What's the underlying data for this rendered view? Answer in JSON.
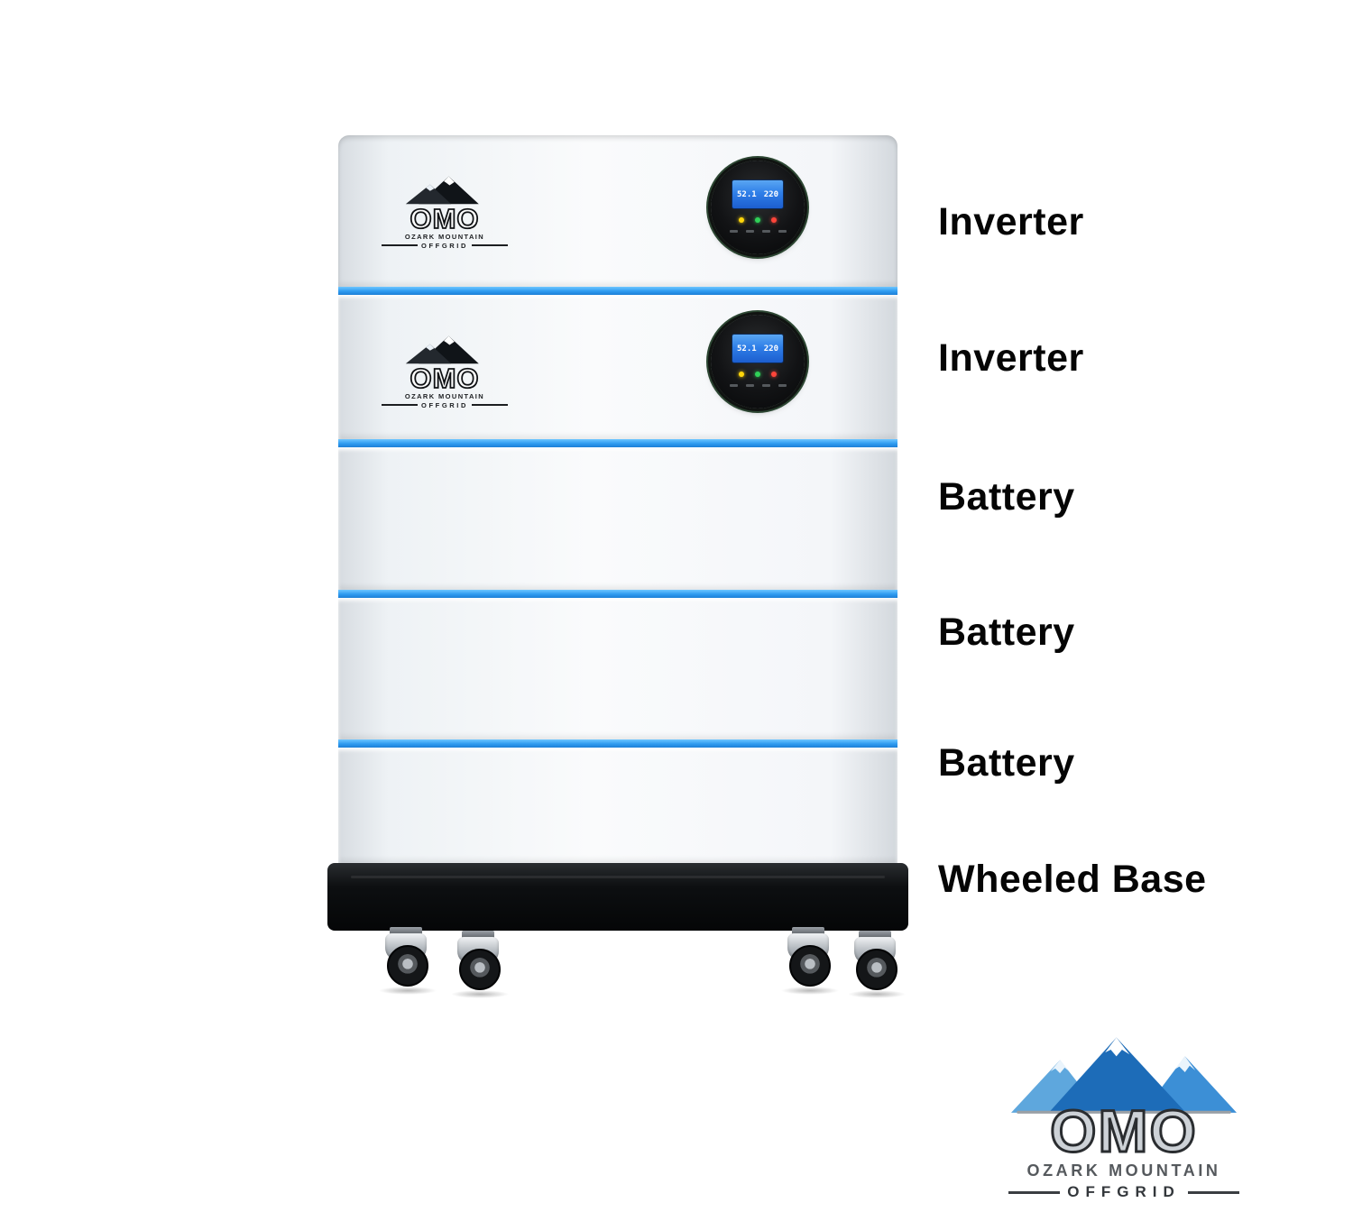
{
  "annotations": {
    "labels": [
      "Inverter",
      "Inverter",
      "Battery",
      "Battery",
      "Battery",
      "Wheeled Base"
    ]
  },
  "unit": {
    "panel_logo": {
      "brand": "OMO",
      "line1": "OZARK MOUNTAIN",
      "line2": "OFFGRID"
    },
    "display": {
      "lcd_left": "52.1",
      "lcd_right": "220"
    }
  },
  "footer_logo": {
    "brand": "OMO",
    "line1": "OZARK MOUNTAIN",
    "line2": "OFFGRID"
  },
  "colors": {
    "stripe_blue": "#2e9bf0",
    "base_black": "#0d0f11",
    "label_text": "#050505",
    "mountain_blue": "#1d6cb8",
    "lcd_blue": "#2f7fe8"
  }
}
